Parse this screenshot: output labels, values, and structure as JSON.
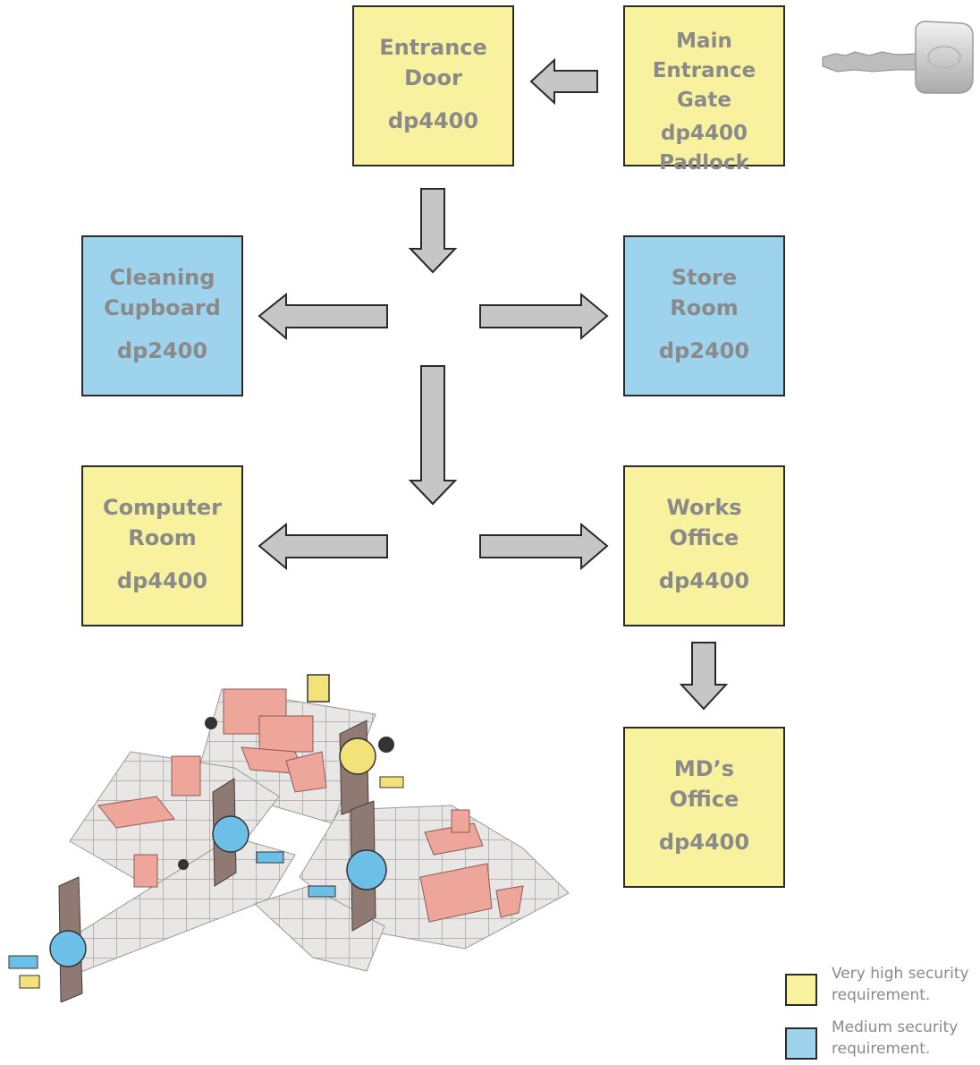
{
  "rooms": {
    "entrance_door": {
      "name_line1": "Entrance",
      "name_line2": "Door",
      "model": "dp4400"
    },
    "main_gate": {
      "name_line1": "Main Entrance",
      "name_line2": "Gate",
      "model_line1": "dp4400",
      "model_line2": "Padlock"
    },
    "cleaning_cupboard": {
      "name_line1": "Cleaning",
      "name_line2": "Cupboard",
      "model": "dp2400"
    },
    "store_room": {
      "name_line1": "Store",
      "name_line2": "Room",
      "model": "dp2400"
    },
    "computer_room": {
      "name_line1": "Computer",
      "name_line2": "Room",
      "model": "dp4400"
    },
    "works_office": {
      "name_line1": "Works",
      "name_line2": "Office",
      "model": "dp4400"
    },
    "md_office": {
      "name_line1": "MD’s",
      "name_line2": "Office",
      "model": "dp4400"
    }
  },
  "legend": {
    "high": {
      "line1": "Very high security",
      "line2": "requirement."
    },
    "medium": {
      "line1": "Medium security",
      "line2": "requirement."
    }
  },
  "colors": {
    "high_security": "#f8f19e",
    "medium_security": "#9dd3ec",
    "arrow_fill": "#c6c6c6",
    "text": "#8a8a8a",
    "border": "#2a2a2a"
  }
}
